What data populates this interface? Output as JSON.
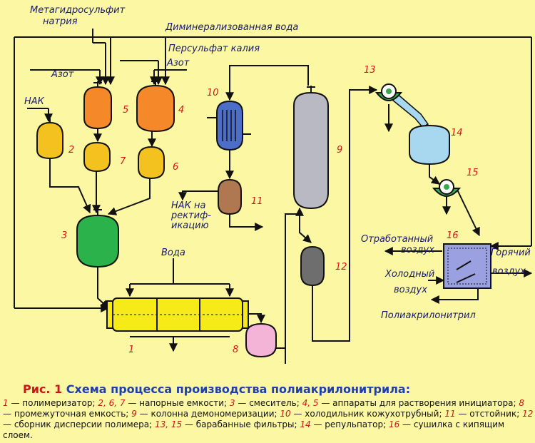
{
  "diagram": {
    "inputs": {
      "metabisulfite": "Метагидросульфит натрия",
      "demin_water": "Диминерализованная вода",
      "persulfate": "Персульфат калия",
      "nitrogen_left": "Азот",
      "nitrogen_right": "Азот",
      "nak": "НАК",
      "water": "Вода"
    },
    "outputs": {
      "nak_rectification": "НАК на ректификацию",
      "exhaust_air": "Отработанный воздух",
      "hot_air": "Горячий воздух",
      "cold_air": "Холодный воздух",
      "product": "Полиакрилонитрил"
    },
    "equipment": [
      {
        "num": "1",
        "color": "#f6ea18"
      },
      {
        "num": "2",
        "color": "#f3c21e"
      },
      {
        "num": "3",
        "color": "#2bb24a"
      },
      {
        "num": "4",
        "color": "#f5892a"
      },
      {
        "num": "5",
        "color": "#f5892a"
      },
      {
        "num": "6",
        "color": "#f3c21e"
      },
      {
        "num": "7",
        "color": "#f3c21e"
      },
      {
        "num": "8",
        "color": "#f4b4d8"
      },
      {
        "num": "9",
        "color": "#b9b9c4"
      },
      {
        "num": "10",
        "color": "#4d6ec8"
      },
      {
        "num": "11",
        "color": "#b07850"
      },
      {
        "num": "12",
        "color": "#6e6e6e"
      },
      {
        "num": "13",
        "color": "#3aa84a"
      },
      {
        "num": "14",
        "color": "#a7d8f0"
      },
      {
        "num": "15",
        "color": "#3aa84a"
      },
      {
        "num": "16",
        "color": "#9aa0e0"
      }
    ]
  },
  "caption": {
    "fig": "Рис. 1",
    "title": "Схема процесса производства полиакрилонитрила:",
    "legend": [
      {
        "n": "1",
        "t": " — полимеризатор; "
      },
      {
        "n": "2, 6, 7",
        "t": " — напорные емкости; "
      },
      {
        "n": "3",
        "t": " — смеситель; "
      },
      {
        "n": "4, 5",
        "t": " — аппараты для растворения инициатора; "
      },
      {
        "n": "8",
        "t": " — промежуточная емкость; "
      },
      {
        "n": "9",
        "t": " — колонна демономеризации; "
      },
      {
        "n": "10",
        "t": " — холодильник кожухотрубный; "
      },
      {
        "n": "11",
        "t": " — отстойник; "
      },
      {
        "n": "12",
        "t": " — сборник дисперсии полимера; "
      },
      {
        "n": "13, 15",
        "t": " — барабанные фильтры; "
      },
      {
        "n": "14",
        "t": " — репульпатор; "
      },
      {
        "n": "16",
        "t": " — сушилка с кипящим слоем."
      }
    ]
  }
}
